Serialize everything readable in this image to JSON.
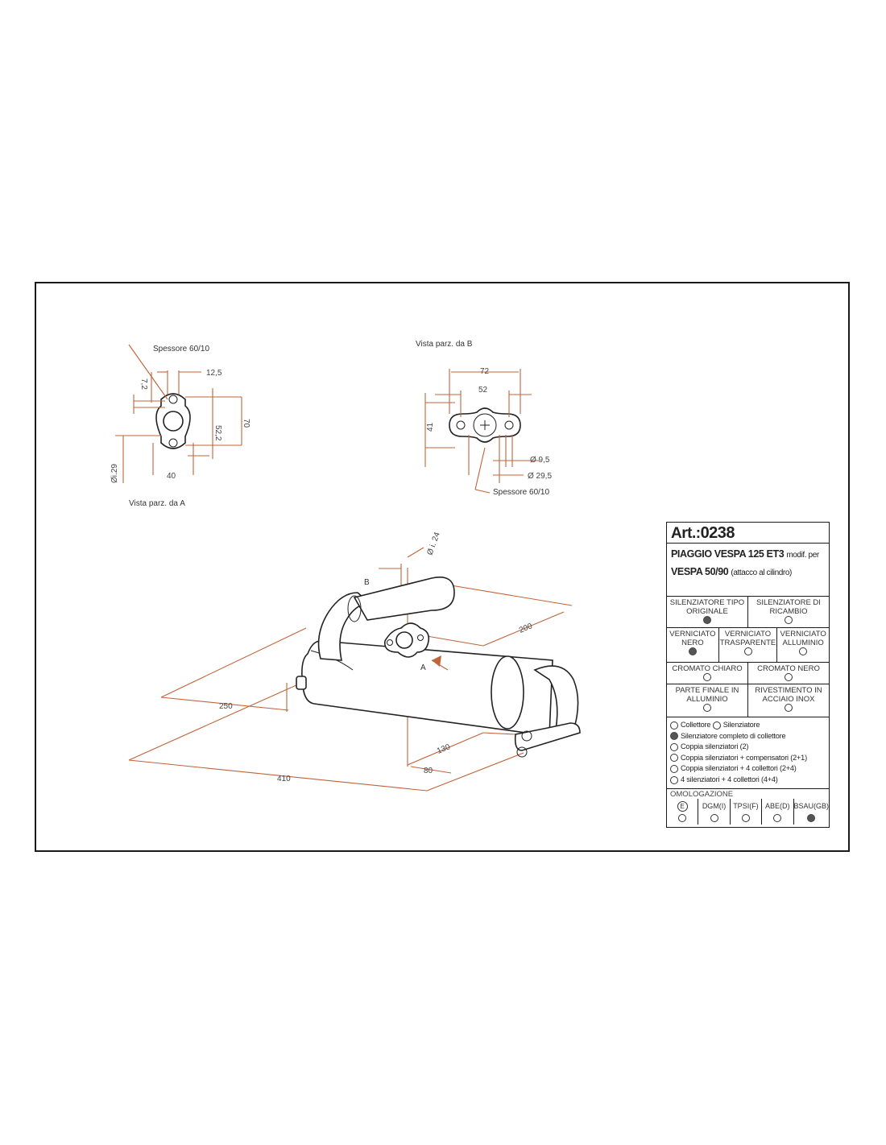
{
  "views": {
    "view_a": {
      "label": "Vista parz. da A",
      "thickness": "Spessore 60/10",
      "dims": {
        "d1": "7,2",
        "d2": "12,5",
        "d3": "52,2",
        "d4": "70",
        "d5": "Øi.29",
        "d6": "40"
      }
    },
    "view_b": {
      "label": "Vista parz. da B",
      "thickness": "Spessore 60/10",
      "dims": {
        "d1": "72",
        "d2": "52",
        "d3": "41",
        "d4": "Ø 9,5",
        "d5": "Ø 29,5"
      }
    },
    "main": {
      "dia": "Ø i. 24",
      "label_a": "A",
      "label_b": "B",
      "dims": {
        "d200": "200",
        "d250": "250",
        "d410": "410",
        "d130": "130",
        "d80": "80"
      }
    }
  },
  "title_block": {
    "art_prefix": "Art.:",
    "art_number": "0238",
    "model_line1": "PIAGGIO VESPA 125 ET3",
    "model_line1_small": "modif. per",
    "model_line2": "VESPA 50/90",
    "model_line2_small": "(attacco al cilindro)",
    "silenziatore_tipo": "SILENZIATORE TIPO ORIGINALE",
    "silenziatore_ricambio": "SILENZIATORE DI RICAMBIO",
    "verniciato_nero": "VERNICIATO NERO",
    "verniciato_trasparente": "VERNICIATO TRASPARENTE",
    "verniciato_alluminio": "VERNICIATO ALLUMINIO",
    "cromato_chiaro": "CROMATO CHIARO",
    "cromato_nero": "CROMATO NERO",
    "parte_finale": "PARTE FINALE IN ALLUMINIO",
    "rivestimento": "RIVESTIMENTO IN ACCIAIO INOX",
    "collettore": "Collettore",
    "silenziatore": "Silenziatore",
    "list": [
      "Silenziatore completo di collettore",
      "Coppia silenziatori (2)",
      "Coppia silenziatori + compensatori (2+1)",
      "Coppia silenziatori + 4 collettori (2+4)",
      "4 silenziatori + 4 collettori (4+4)"
    ],
    "omologazione": "OMOLOGAZIONE",
    "omol_e": "E",
    "omol_dgm": "DGM(I)",
    "omol_tpsi": "TPSI(F)",
    "omol_abe": "ABE(D)",
    "omol_bsau": "BSAU(GB)"
  }
}
